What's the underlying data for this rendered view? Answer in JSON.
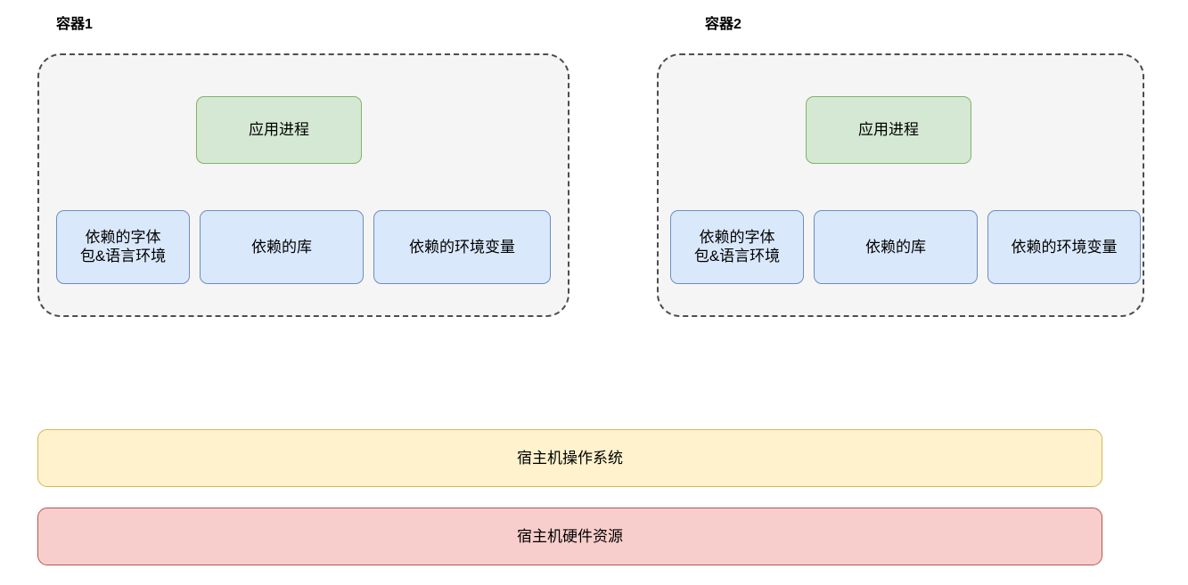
{
  "diagram": {
    "title_note": "Container architecture diagram",
    "background": "#ffffff",
    "palette": {
      "container_fill": "#f5f5f5",
      "container_border": "#4d4d4d",
      "green_fill": "#d5e8d4",
      "green_border": "#82b366",
      "blue_fill": "#dae8fc",
      "blue_border": "#6c8ebf",
      "yellow_fill": "#fff2cc",
      "yellow_border": "#d6b656",
      "red_fill": "#f8cecc",
      "red_border": "#b85450",
      "text": "#000000"
    }
  },
  "containers": [
    {
      "title": "容器1",
      "app_process": "应用进程",
      "deps": [
        "依赖的字体\n包&语言环境",
        "依赖的库",
        "依赖的环境变量"
      ]
    },
    {
      "title": "容器2",
      "app_process": "应用进程",
      "deps": [
        "依赖的字体\n包&语言环境",
        "依赖的库",
        "依赖的环境变量"
      ]
    }
  ],
  "host": {
    "os": "宿主机操作系统",
    "hardware": "宿主机硬件资源"
  }
}
